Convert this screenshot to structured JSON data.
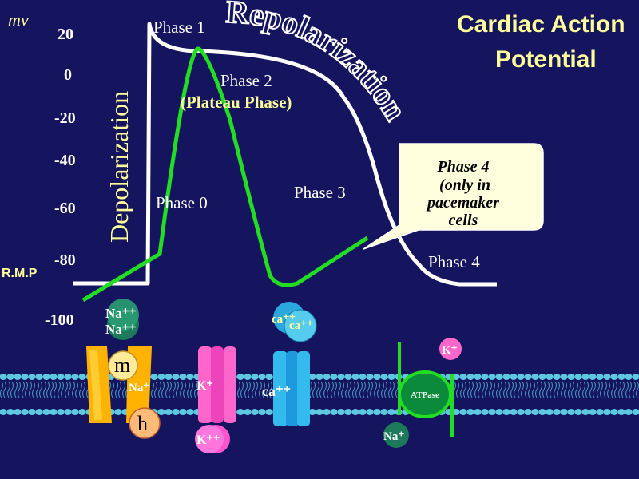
{
  "diagram": {
    "y_unit": "mv",
    "y_ticks": [
      "20",
      "0",
      "-20",
      "-40",
      "-60",
      "-80",
      "-100"
    ],
    "rmp_label": "R.M.P",
    "title_line1": "Cardiac Action",
    "title_line2": "Potential",
    "depolarization_label": "Depolarization",
    "repolarization_label": "Repolarization",
    "phases": {
      "p0": "Phase 0",
      "p1": "Phase 1",
      "p2": "Phase 2",
      "p2_sub": "(Plateau Phase)",
      "p3": "Phase 3",
      "p4": "Phase 4"
    },
    "callout": [
      "Phase 4",
      "(only in",
      "pacemaker",
      "cells"
    ]
  },
  "membrane": {
    "na_channel": {
      "ion_top_1": "Na⁺⁺",
      "ion_top_2": "Na⁺⁺",
      "gate_m": "m",
      "gate_h": "h",
      "inside_label": "Na⁺"
    },
    "k_channel": {
      "label": "K⁺",
      "ion_bottom": "K⁺⁺"
    },
    "ca_channel": {
      "ion_top_1": "ca⁺⁺",
      "ion_top_2": "ca⁺⁺",
      "label": "ca⁺⁺"
    },
    "pump": {
      "label": "ATPase",
      "k_ion": "K⁺",
      "na_ion": "Na⁺"
    }
  },
  "colors": {
    "background": "#14145f",
    "curve": "#ffffff",
    "pacemaker_curve": "#22dd22",
    "text_yellow": "#ffff99",
    "membrane": "#5ec8e0",
    "na_channel": "#ffc000",
    "k_channel": "#ff66cc",
    "ca_channel": "#33bbee",
    "pump": "#0a8a3a"
  }
}
